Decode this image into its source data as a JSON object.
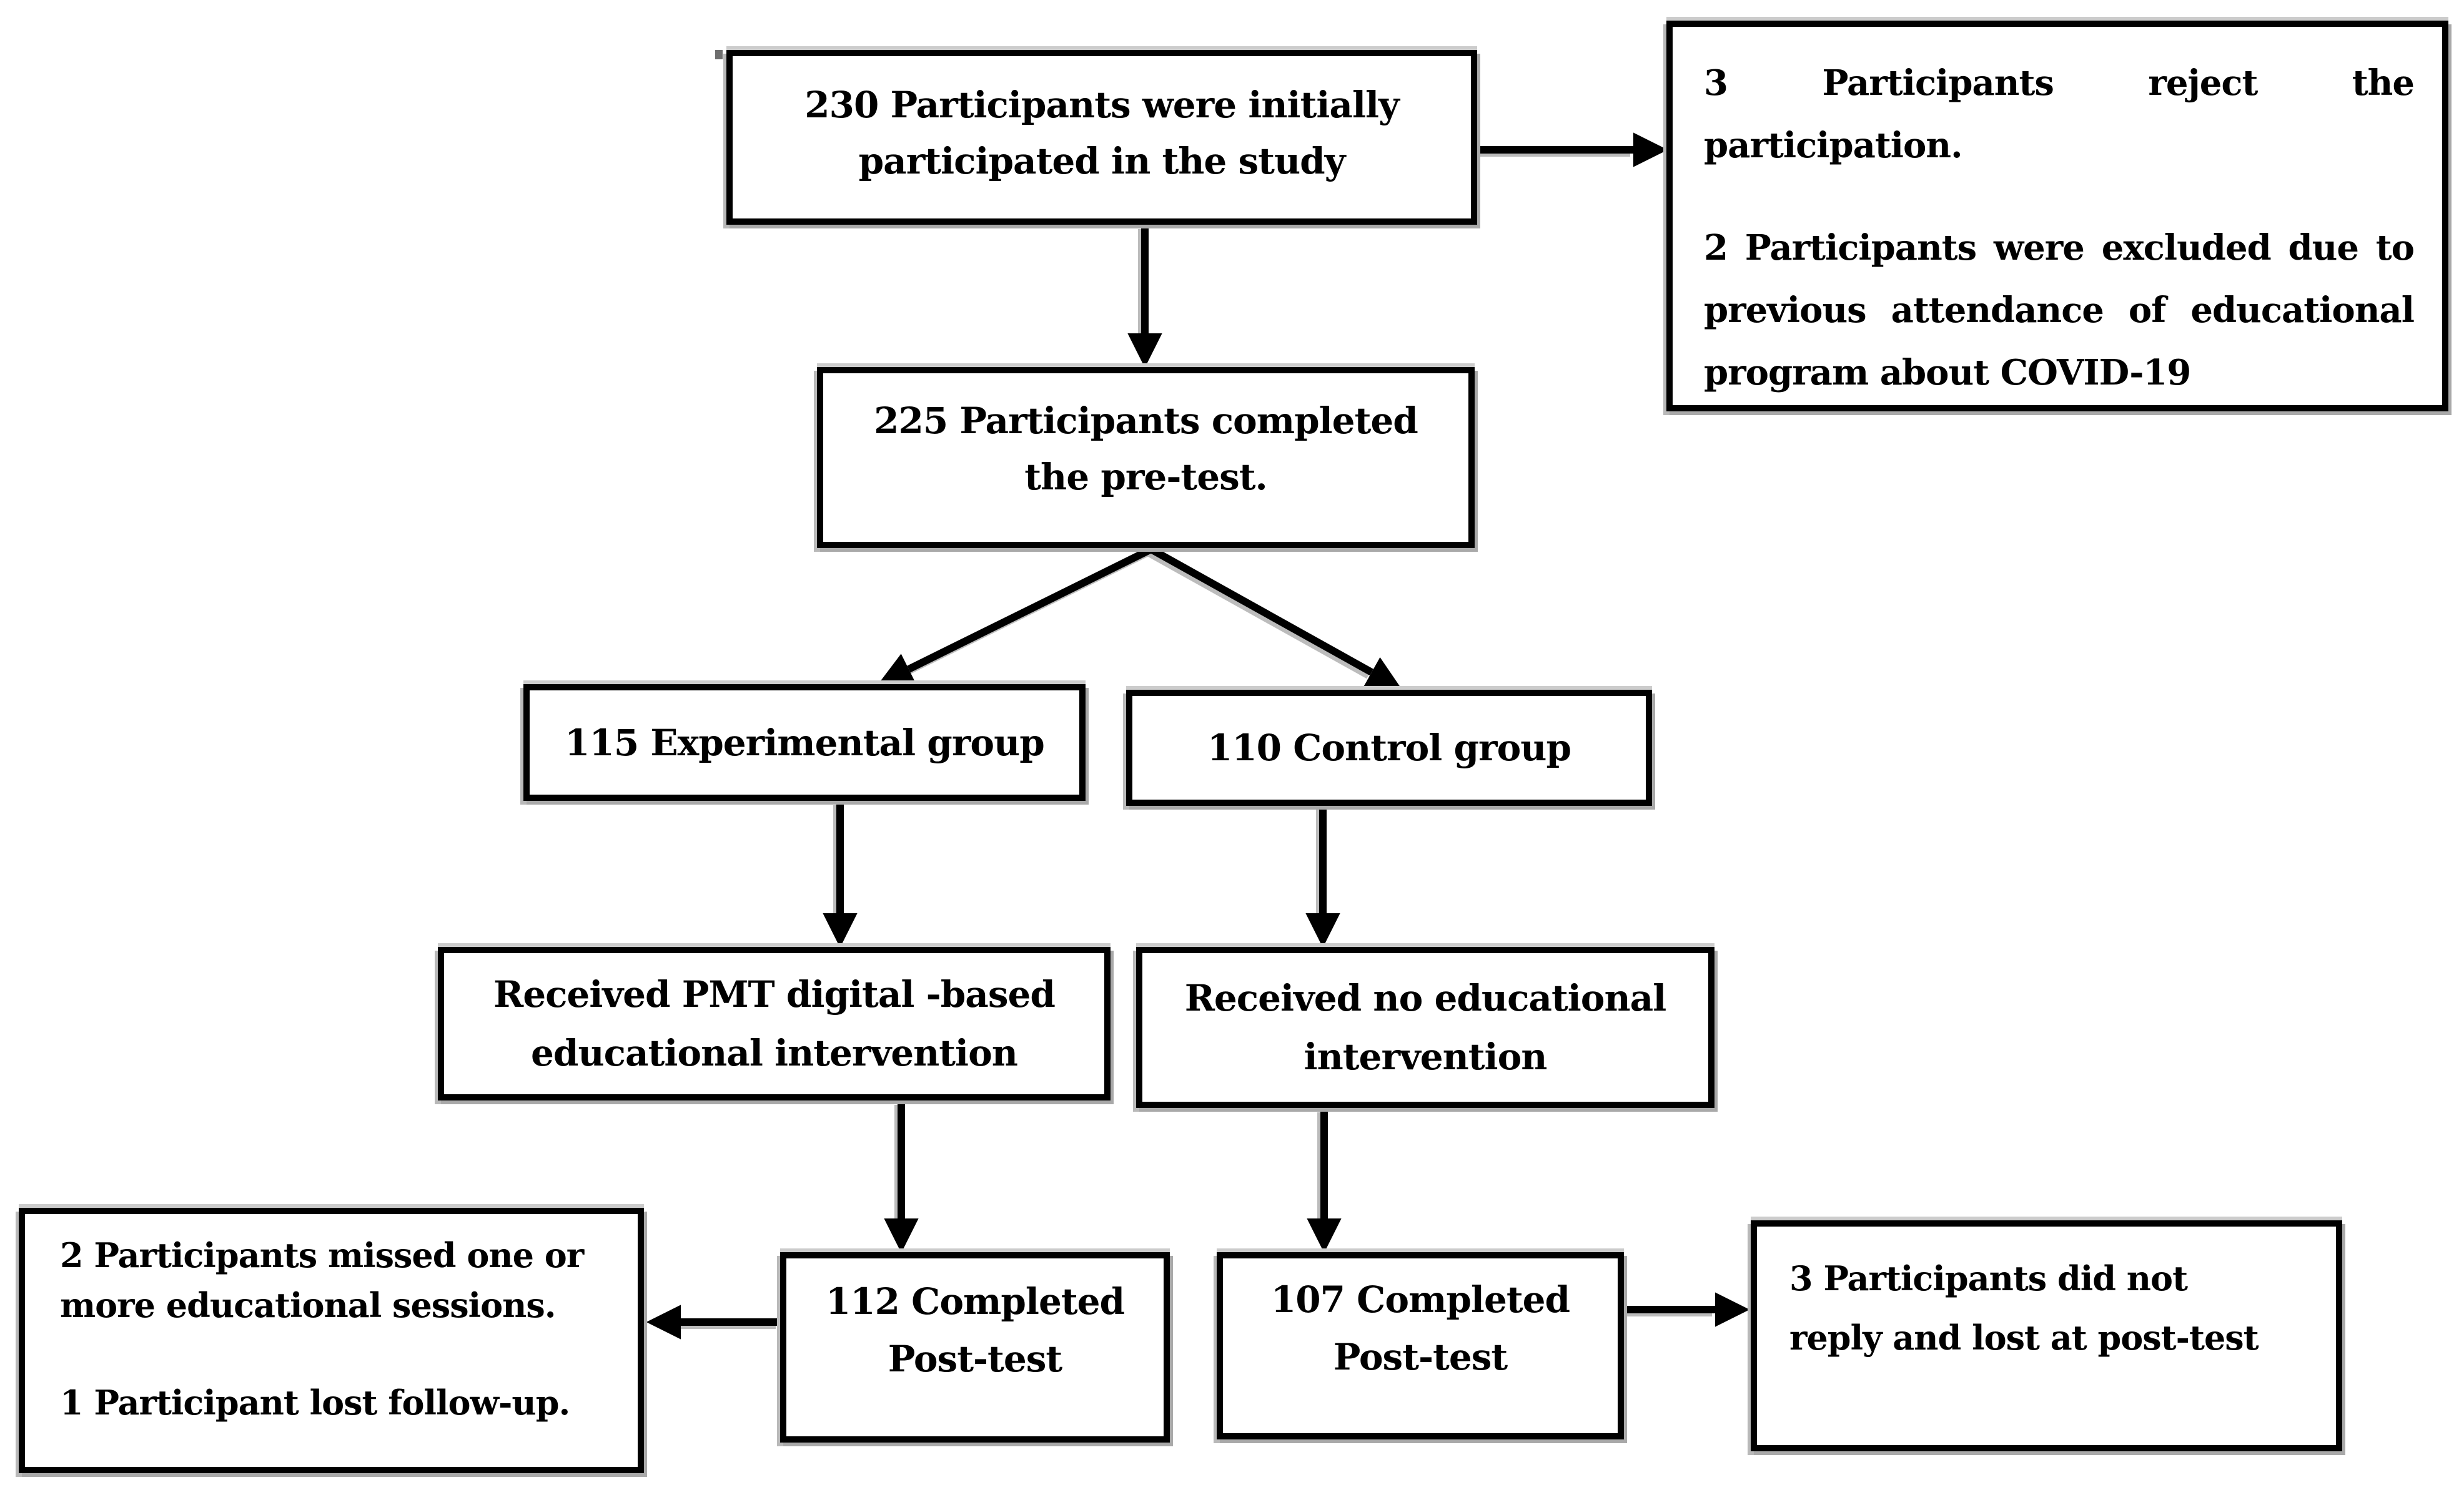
{
  "figure": {
    "type": "participant-flow-diagram",
    "description": "Study participant flow from enrollment through post-test"
  },
  "palette": {
    "ink": "#000000",
    "paper": "#ffffff",
    "shadow": "#a9a9a9"
  },
  "boxes": {
    "initial": {
      "count": 230,
      "text": "230 Participants were initially\nparticipated in the study"
    },
    "rejected": {
      "p1": "3 Participants reject the participation.",
      "p2": "2 Participants were excluded due to previous attendance of educational program about COVID-19"
    },
    "pretest": {
      "count": 225,
      "text": "225 Participants completed\nthe pre-test."
    },
    "experimental": {
      "count": 115,
      "text": "115 Experimental group"
    },
    "control": {
      "count": 110,
      "text": "110 Control group"
    },
    "pmt": {
      "text": "Received PMT digital -based\neducational intervention"
    },
    "no_intervention": {
      "text": "Received no educational\nintervention"
    },
    "posttest_exp": {
      "count": 112,
      "text": "112 Completed\nPost-test"
    },
    "posttest_ctrl": {
      "count": 107,
      "text": "107 Completed\nPost-test"
    },
    "missed": {
      "p1": "2 Participants missed one or\nmore educational sessions.",
      "p2": "1 Participant lost follow-up."
    },
    "lost": {
      "count": 3,
      "text": "3 Participants did not\nreply and lost at post-test"
    }
  },
  "edges": [
    {
      "from": "initial",
      "to": "rejected"
    },
    {
      "from": "initial",
      "to": "pretest"
    },
    {
      "from": "pretest",
      "to": "experimental"
    },
    {
      "from": "pretest",
      "to": "control"
    },
    {
      "from": "experimental",
      "to": "pmt"
    },
    {
      "from": "control",
      "to": "no_intervention"
    },
    {
      "from": "pmt",
      "to": "posttest_exp"
    },
    {
      "from": "no_intervention",
      "to": "posttest_ctrl"
    },
    {
      "from": "posttest_exp",
      "to": "missed"
    },
    {
      "from": "posttest_ctrl",
      "to": "lost"
    }
  ]
}
